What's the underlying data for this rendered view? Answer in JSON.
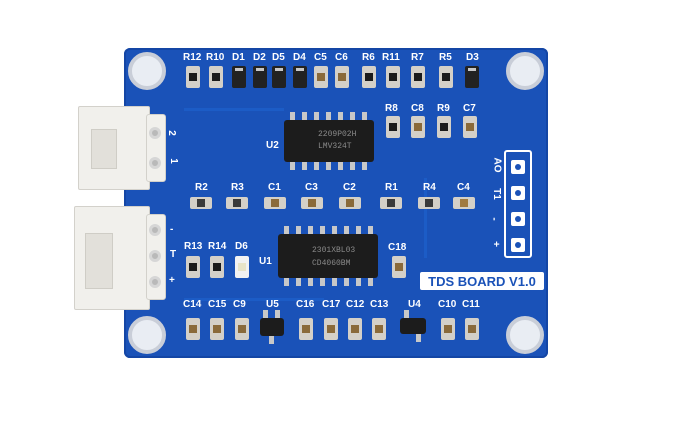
{
  "board_title": "TDS BOARD V1.0",
  "labels": {
    "top_row": [
      "R12",
      "R10",
      "D1",
      "D2",
      "D5",
      "D4",
      "C5",
      "C6",
      "R6",
      "R11",
      "R7",
      "R5",
      "D3"
    ],
    "row2": [
      "R8",
      "C8",
      "R9",
      "C7"
    ],
    "mid_row": [
      "R2",
      "R3",
      "C1",
      "C3",
      "C2",
      "R1",
      "R4",
      "C4"
    ],
    "left_mid": [
      "R13",
      "R14",
      "D6"
    ],
    "bottom_row": [
      "C14",
      "C15",
      "C9",
      "U5",
      "C16",
      "C17",
      "C12",
      "C13",
      "U4",
      "C10",
      "C11"
    ],
    "u1": "U1",
    "u2": "U2",
    "c18": "C18"
  },
  "chips": {
    "u2_mark_1": "2209P02H",
    "u2_mark_2": "LMV324T",
    "u1_mark_1": "2301XBL03",
    "u1_mark_2": "CD4060BM"
  },
  "left_connector_top": {
    "pin1": "1",
    "pin2": "2"
  },
  "left_connector_bottom": {
    "minus": "-",
    "t": "T",
    "plus": "+"
  },
  "right_header": [
    "AO",
    "T1",
    "-",
    "+"
  ]
}
